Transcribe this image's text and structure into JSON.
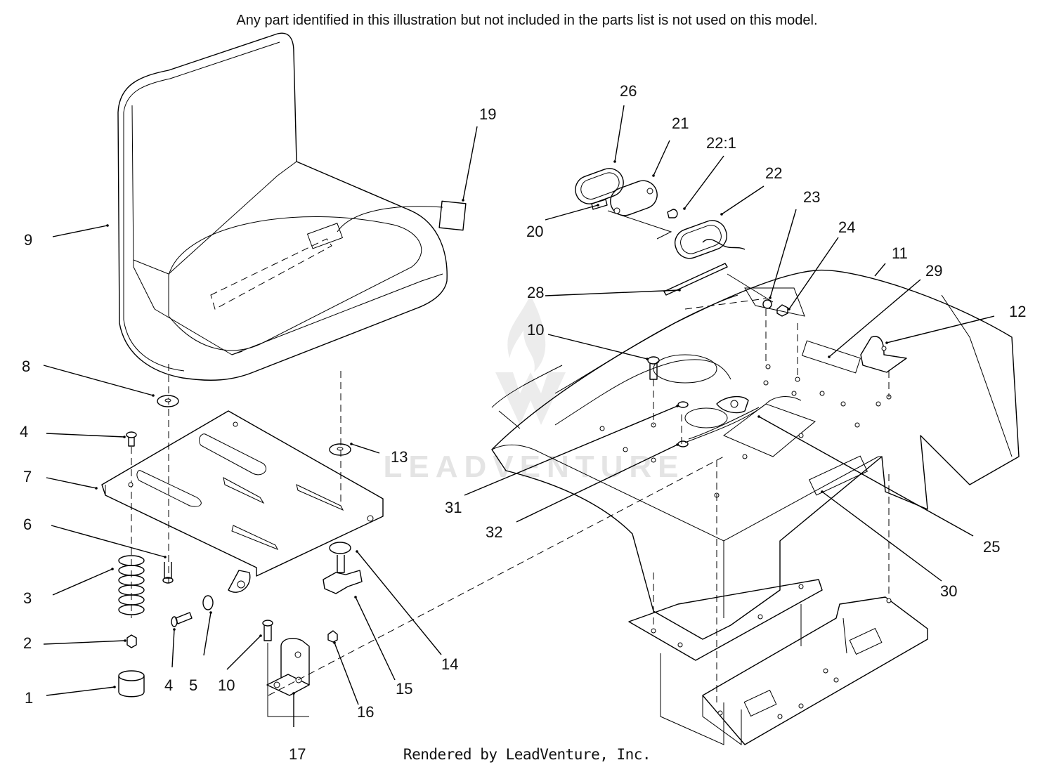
{
  "notice": "Any part identified in this illustration but not included in the parts list is not used on this model.",
  "footer": "Rendered by LeadVenture, Inc.",
  "watermark": "LEADVENTURE",
  "callouts": [
    {
      "id": "c1",
      "text": "1"
    },
    {
      "id": "c2",
      "text": "2"
    },
    {
      "id": "c3",
      "text": "3"
    },
    {
      "id": "c4a",
      "text": "4"
    },
    {
      "id": "c4b",
      "text": "4"
    },
    {
      "id": "c5",
      "text": "5"
    },
    {
      "id": "c6",
      "text": "6"
    },
    {
      "id": "c7",
      "text": "7"
    },
    {
      "id": "c8",
      "text": "8"
    },
    {
      "id": "c9",
      "text": "9"
    },
    {
      "id": "c10a",
      "text": "10"
    },
    {
      "id": "c10b",
      "text": "10"
    },
    {
      "id": "c11",
      "text": "11"
    },
    {
      "id": "c12",
      "text": "12"
    },
    {
      "id": "c13",
      "text": "13"
    },
    {
      "id": "c14",
      "text": "14"
    },
    {
      "id": "c15",
      "text": "15"
    },
    {
      "id": "c16",
      "text": "16"
    },
    {
      "id": "c17",
      "text": "17"
    },
    {
      "id": "c19",
      "text": "19"
    },
    {
      "id": "c20",
      "text": "20"
    },
    {
      "id": "c21",
      "text": "21"
    },
    {
      "id": "c22",
      "text": "22"
    },
    {
      "id": "c22_1",
      "text": "22:1"
    },
    {
      "id": "c23",
      "text": "23"
    },
    {
      "id": "c24",
      "text": "24"
    },
    {
      "id": "c25",
      "text": "25"
    },
    {
      "id": "c26",
      "text": "26"
    },
    {
      "id": "c28",
      "text": "28"
    },
    {
      "id": "c29",
      "text": "29"
    },
    {
      "id": "c30",
      "text": "30"
    },
    {
      "id": "c31",
      "text": "31"
    },
    {
      "id": "c32",
      "text": "32"
    }
  ]
}
